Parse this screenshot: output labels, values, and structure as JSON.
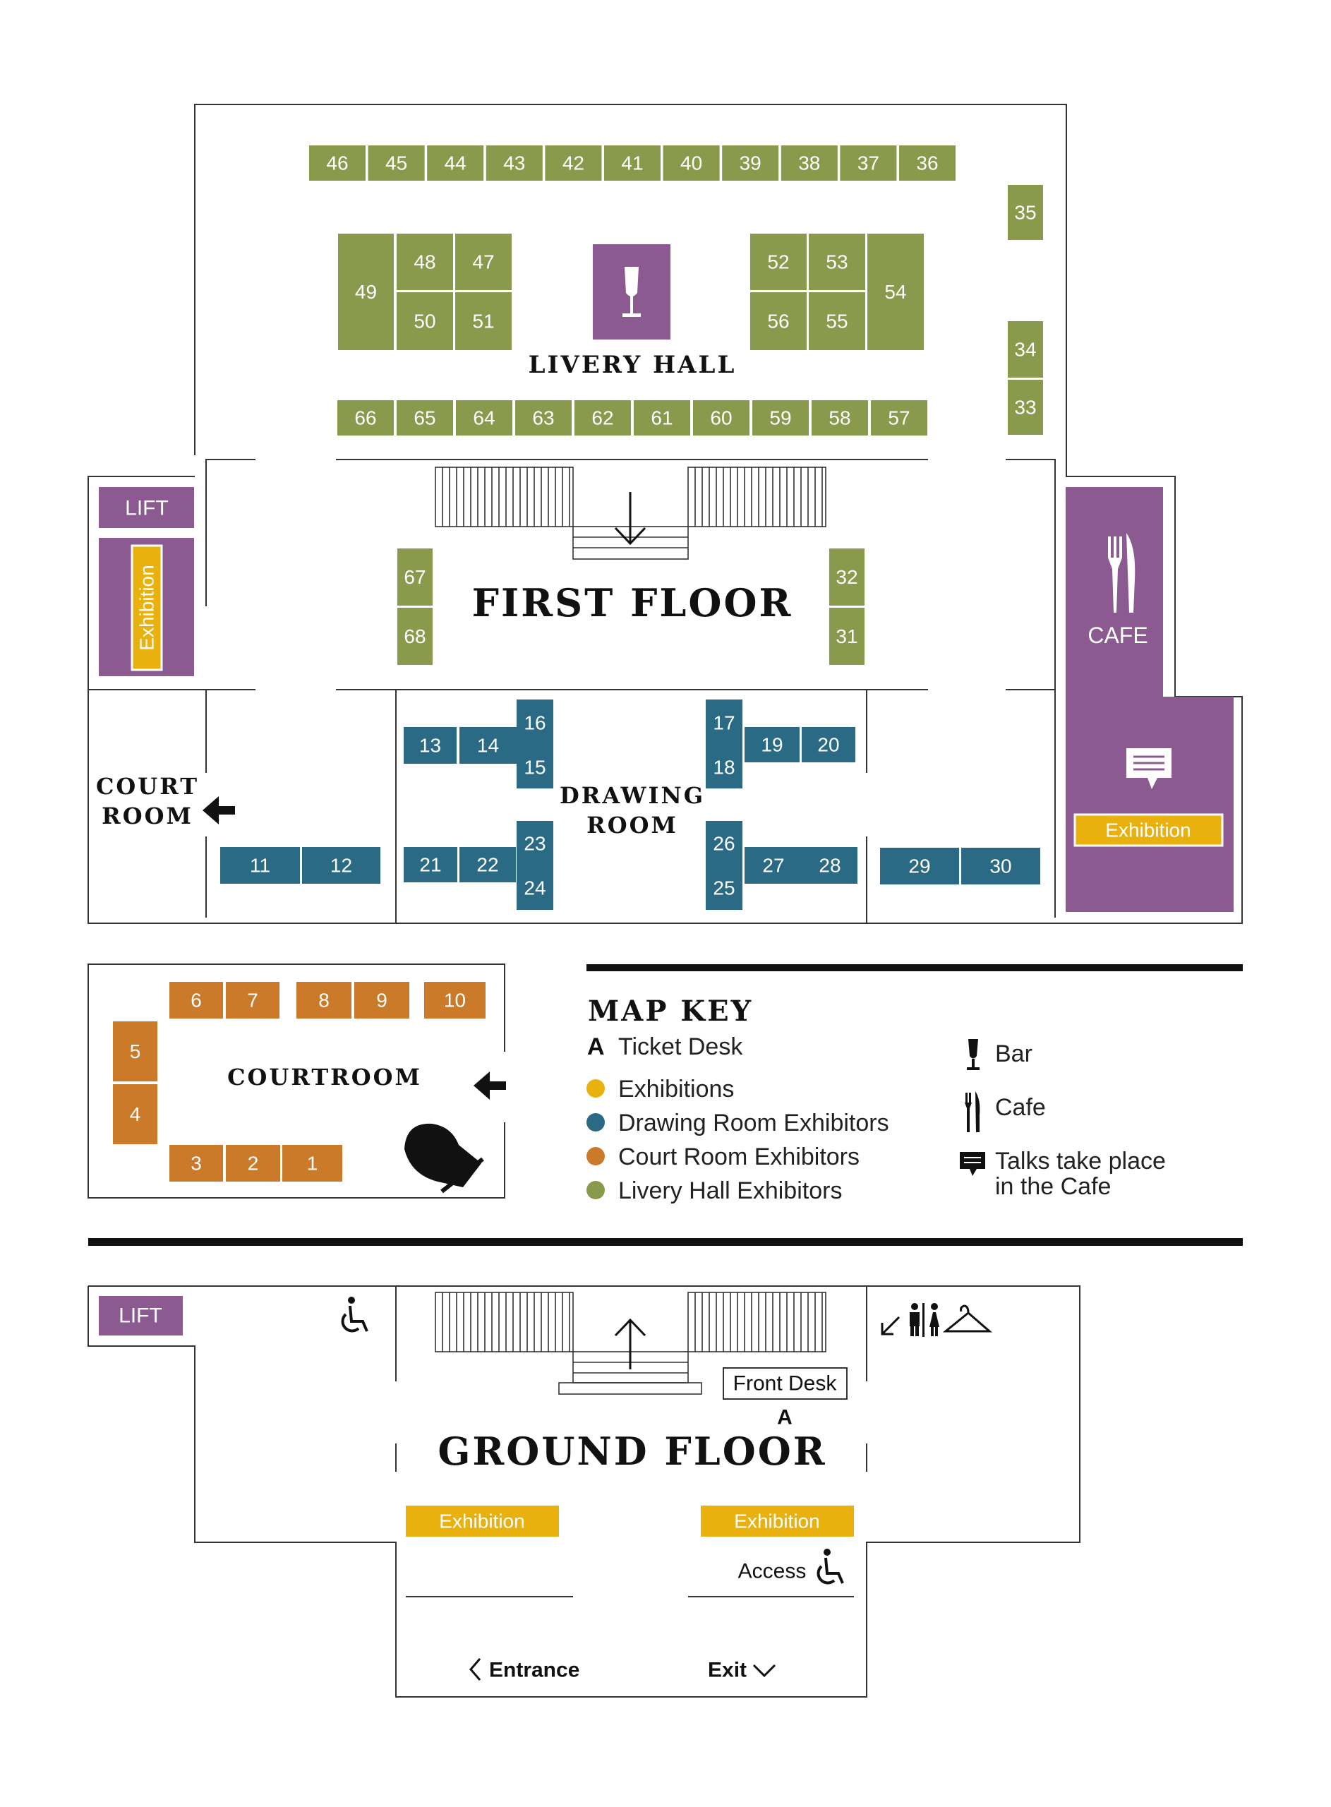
{
  "colors": {
    "livery": "#8a9a4c",
    "drawing": "#2b6a84",
    "court": "#cb7a2a",
    "purple": "#8a5a90",
    "exhibition": "#e9b10e",
    "line": "#333333",
    "text": "#111111"
  },
  "first_floor": {
    "title": "FIRST FLOOR",
    "livery_hall_label": "LIVERY HALL",
    "drawing_room_label": [
      "DRAWING",
      "ROOM"
    ],
    "court_room_label": [
      "COURT",
      "ROOM"
    ],
    "cafe_label": "CAFE",
    "lift_label": "LIFT",
    "exhibition_vertical": "Exhibition",
    "exhibition_cafe": "Exhibition",
    "icons": [
      "wine-glass-icon",
      "fork-knife-icon",
      "speech-bubble-icon",
      "down-arrow-icon",
      "left-arrow-icon"
    ]
  },
  "booths": {
    "livery_top": [
      "46",
      "45",
      "44",
      "43",
      "42",
      "41",
      "40",
      "39",
      "38",
      "37",
      "36"
    ],
    "livery_right": [
      "35",
      "34",
      "33"
    ],
    "livery_left_block": [
      "49",
      "48",
      "47",
      "50",
      "51"
    ],
    "livery_right_block": [
      "52",
      "53",
      "56",
      "55",
      "54"
    ],
    "livery_bottom": [
      "66",
      "65",
      "64",
      "63",
      "62",
      "61",
      "60",
      "59",
      "58",
      "57"
    ],
    "livery_side": [
      "67",
      "68",
      "32",
      "31"
    ],
    "drawing": [
      "13",
      "14",
      "16",
      "15",
      "17",
      "18",
      "19",
      "20",
      "11",
      "12",
      "21",
      "22",
      "23",
      "24",
      "26",
      "25",
      "27",
      "28",
      "29",
      "30"
    ],
    "court": [
      "6",
      "7",
      "8",
      "9",
      "10",
      "5",
      "4",
      "3",
      "2",
      "1"
    ]
  },
  "courtroom_inset": {
    "title": "COURTROOM",
    "icons": [
      "grand-piano-icon",
      "left-arrow-icon"
    ]
  },
  "map_key": {
    "title": "MAP KEY",
    "items": [
      {
        "symbol": "A",
        "label": "Ticket Desk"
      },
      {
        "symbol": "dot",
        "color": "#e9b10e",
        "label": "Exhibitions"
      },
      {
        "symbol": "dot",
        "color": "#2b6a84",
        "label": "Drawing Room Exhibitors"
      },
      {
        "symbol": "dot",
        "color": "#cb7a2a",
        "label": "Court Room Exhibitors"
      },
      {
        "symbol": "dot",
        "color": "#8a9a4c",
        "label": "Livery Hall Exhibitors"
      }
    ],
    "right_items": [
      {
        "icon": "wine-glass-icon",
        "label": "Bar"
      },
      {
        "icon": "fork-knife-icon",
        "label": "Cafe"
      },
      {
        "icon": "speech-bubble-icon",
        "label_lines": [
          "Talks take place",
          "in the Cafe"
        ]
      }
    ]
  },
  "ground_floor": {
    "title": "GROUND FLOOR",
    "lift_label": "LIFT",
    "front_desk": "Front Desk",
    "front_desk_marker": "A",
    "exhibition_left": "Exhibition",
    "exhibition_right": "Exhibition",
    "access_label": "Access",
    "entrance_label": "Entrance",
    "exit_label": "Exit",
    "icons": [
      "wheelchair-icon",
      "restroom-icon",
      "coat-hanger-icon",
      "up-arrow-icon"
    ]
  }
}
